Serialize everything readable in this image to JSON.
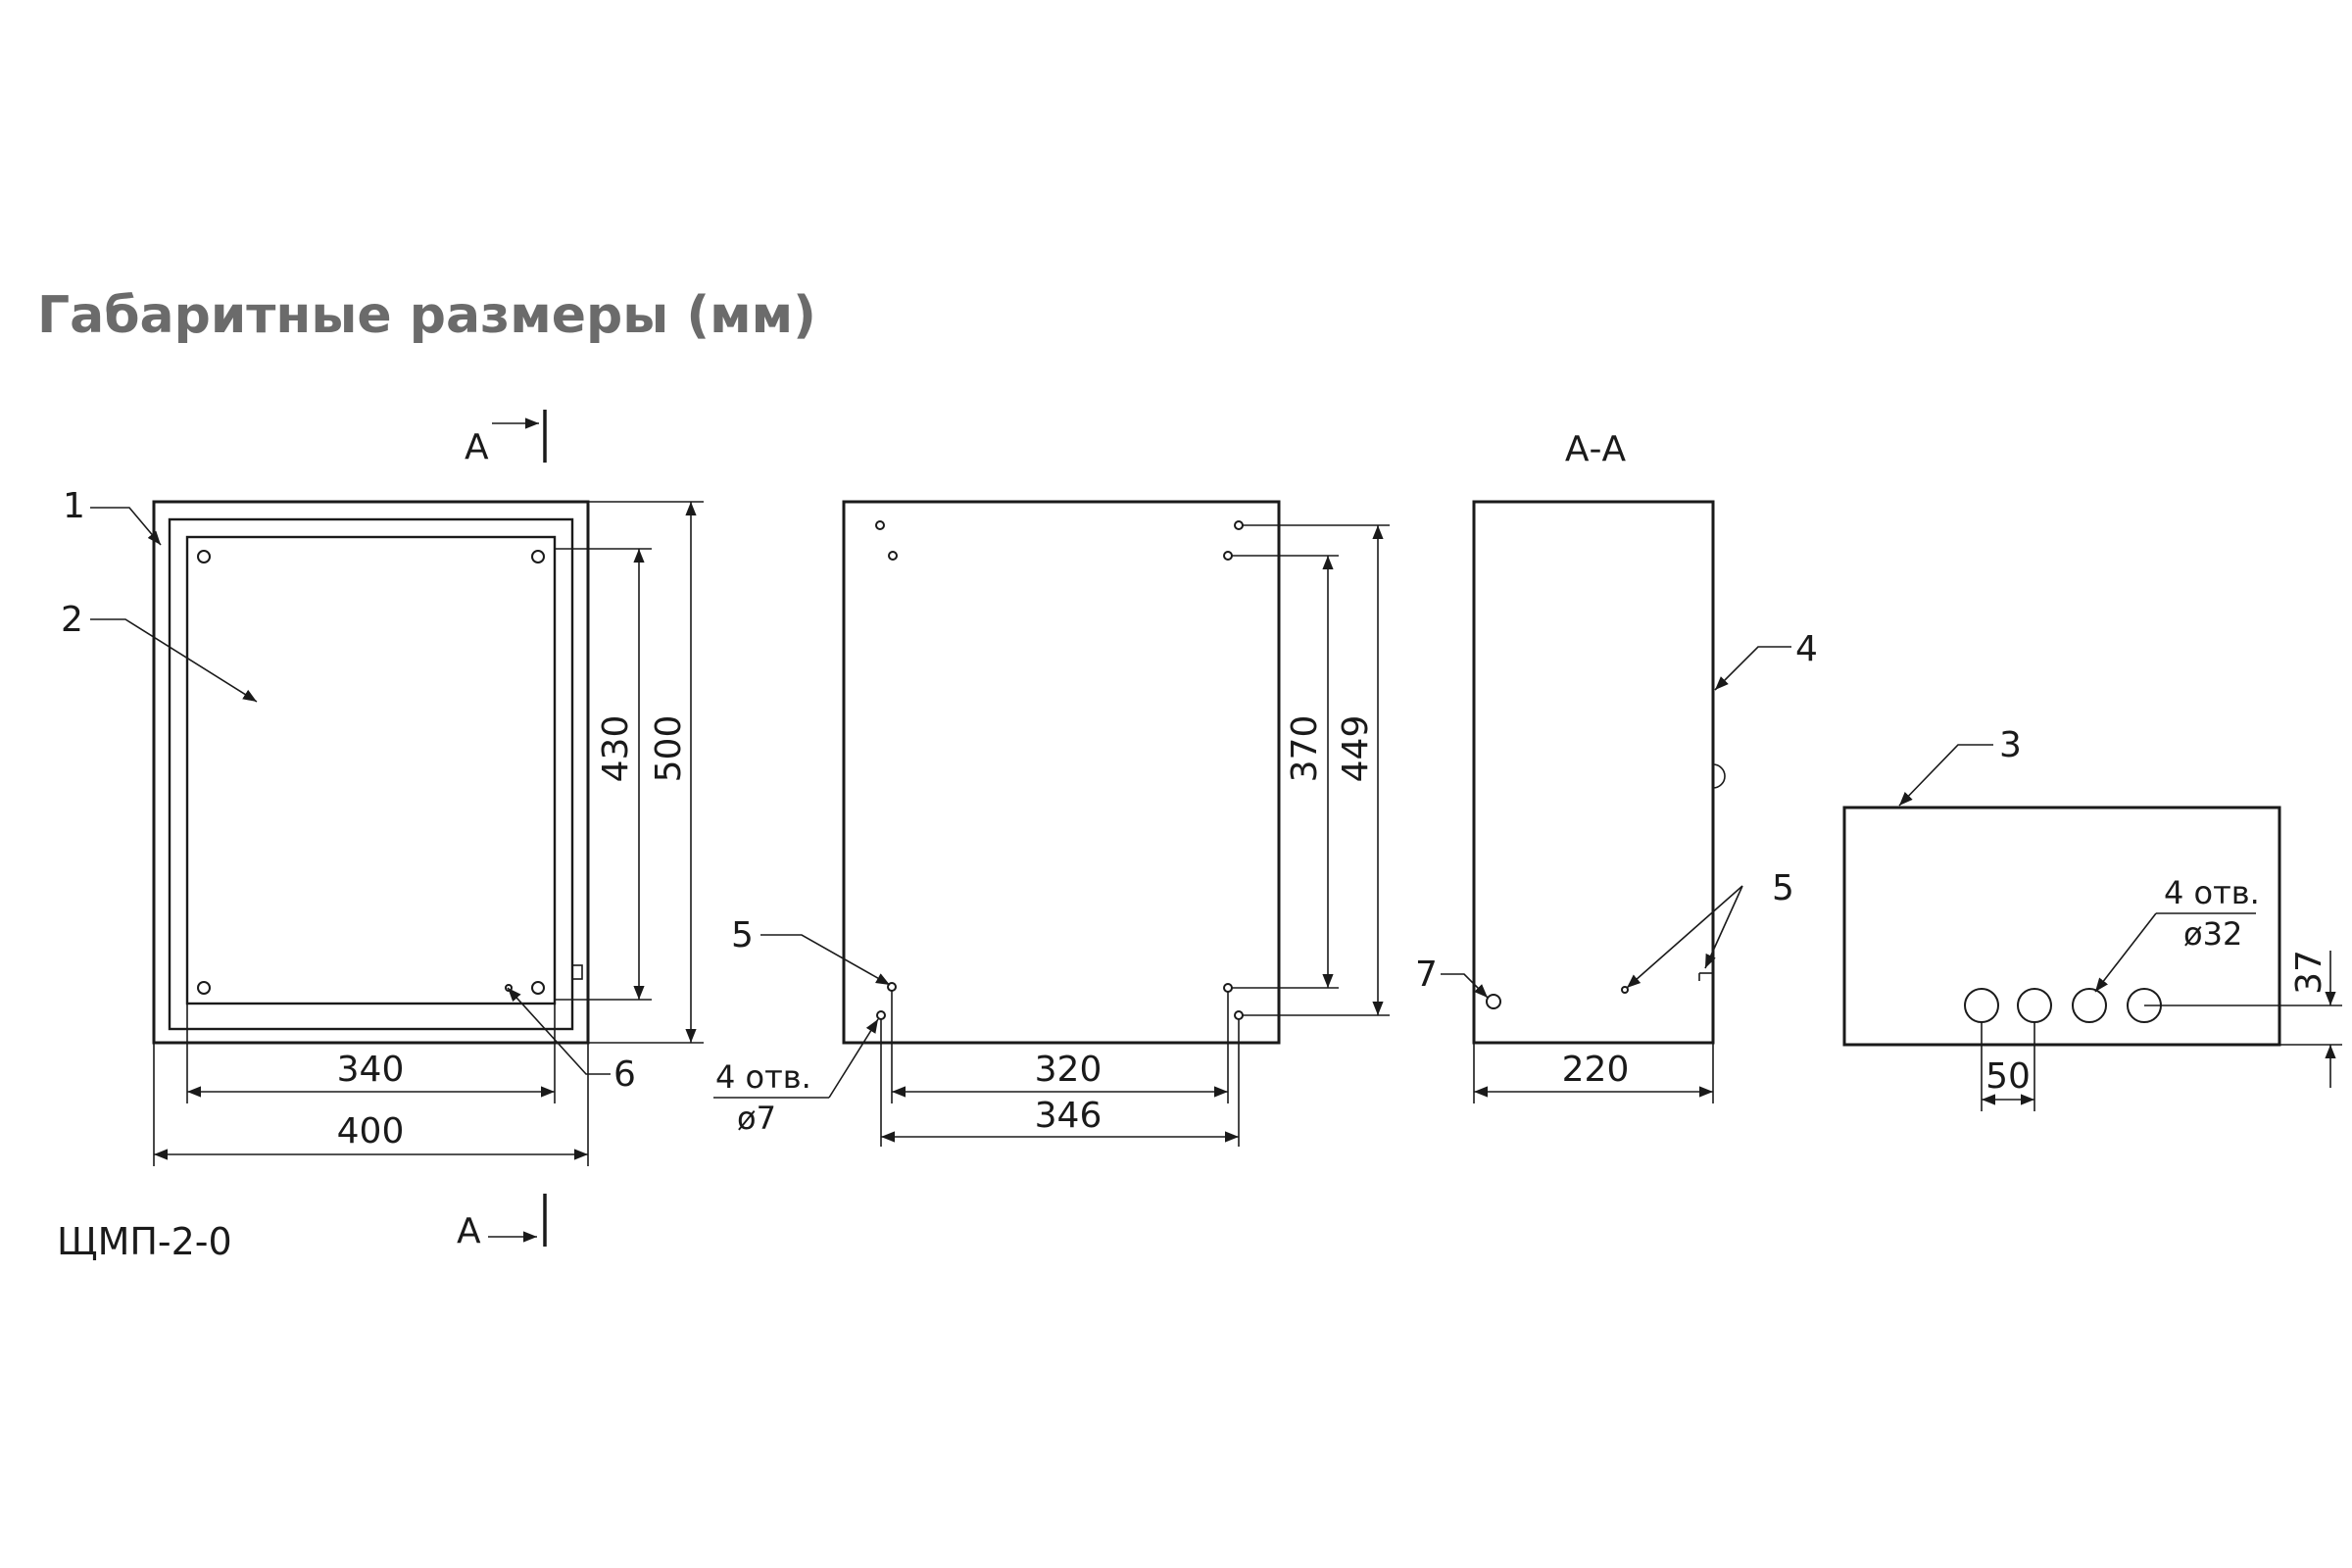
{
  "title": "Габаритные размеры (мм)",
  "model": "ЩМП-2-0",
  "section_letter": "А",
  "section_view_label": "А-А",
  "parts": {
    "p1": "1",
    "p2": "2",
    "p3": "3",
    "p4": "4",
    "p5": "5",
    "p6": "6",
    "p7": "7"
  },
  "dimensions": {
    "front_inner_width": "340",
    "front_outer_width": "400",
    "front_inner_height": "430",
    "front_outer_height": "500",
    "back_hole_span_inner": "320",
    "back_hole_span_outer": "346",
    "back_hole_height_inner": "370",
    "back_hole_height_outer": "449",
    "side_depth": "220",
    "bottom_hole_pitch": "50",
    "bottom_hole_offset": "37"
  },
  "notes": {
    "back_holes_count": "4 отв.",
    "back_holes_diameter": "ø7",
    "bottom_holes_count": "4 отв.",
    "bottom_holes_diameter": "ø32"
  }
}
